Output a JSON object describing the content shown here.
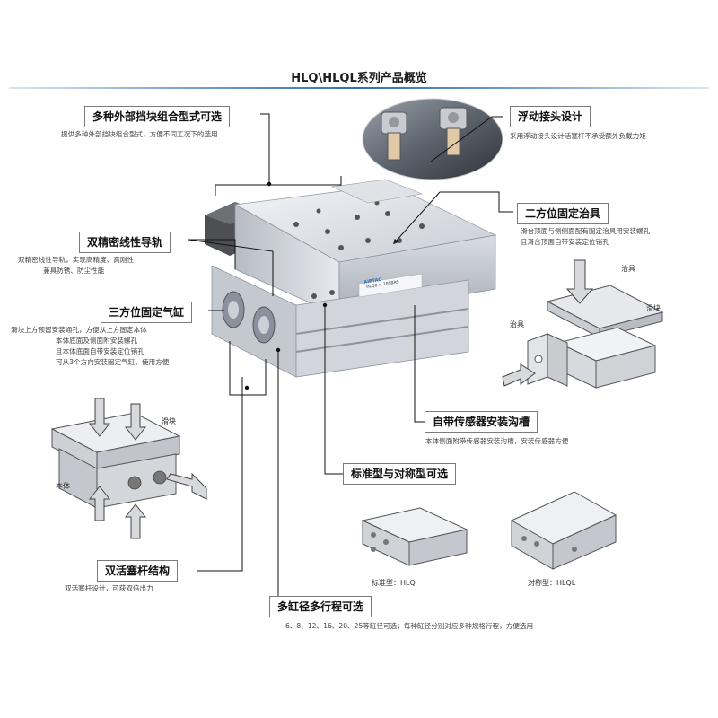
{
  "title": "HLQ\\HLQL系列产品概览",
  "features": {
    "block_combo": {
      "label": "多种外部挡块组合型式可选",
      "desc": "提供多种外部挡块组合型式，方便不同工况下的选用"
    },
    "floating_joint": {
      "label": "浮动接头设计",
      "desc": "采用浮动接头设计活塞杆不承受额外负载力矩"
    },
    "rail": {
      "label": "双精密线性导轨",
      "desc_lines": [
        "双精密线性导轨，实现高精度、高刚性",
        "兼具防锈、防尘性能"
      ]
    },
    "two_fix": {
      "label": "二方位固定治具",
      "desc_lines": [
        "滑台顶面与侧侧面配有固定治具用安装螺孔",
        "且滑台顶面自带安装定位销孔"
      ]
    },
    "three_fix": {
      "label": "三方位固定气缸",
      "desc_lines": [
        "滑块上方预留安装通孔，方便从上方固定本体",
        "本体底面及侧面附安装螺孔",
        "且本体底面自带安装定位销孔",
        "可从3个方向安装固定气缸，使用方便"
      ]
    },
    "sensor": {
      "label": "自带传感器安装沟槽",
      "desc": "本体侧面附带传感器安装沟槽，安装传感器方便"
    },
    "symmetric": {
      "label": "标准型与对称型可选"
    },
    "dual_piston": {
      "label": "双活塞杆结构",
      "desc": "双活塞杆设计，可获双倍出力"
    },
    "bore_stroke": {
      "label": "多缸径多行程可选",
      "desc": "6、8、12、16、20、25等缸径可选；每种缸径分别对应多种规格行程，方便选用"
    }
  },
  "callouts": {
    "jig_top": "治具",
    "jig_side": "治具",
    "slide_right": "滑块",
    "slide_left": "滑块",
    "body": "本体",
    "std_type": "标准型：HLQ",
    "sym_type": "对称型：HLQL"
  },
  "nameplate": {
    "brand": "AIRTAC",
    "model": "HLQ8 × 20SBAS"
  },
  "colors": {
    "metal_light": "#e8ebf0",
    "metal_mid": "#c9ced6",
    "metal_dark": "#8a919c",
    "accent_blue": "#2f6fb8",
    "block_dark": "#4d4f52"
  }
}
